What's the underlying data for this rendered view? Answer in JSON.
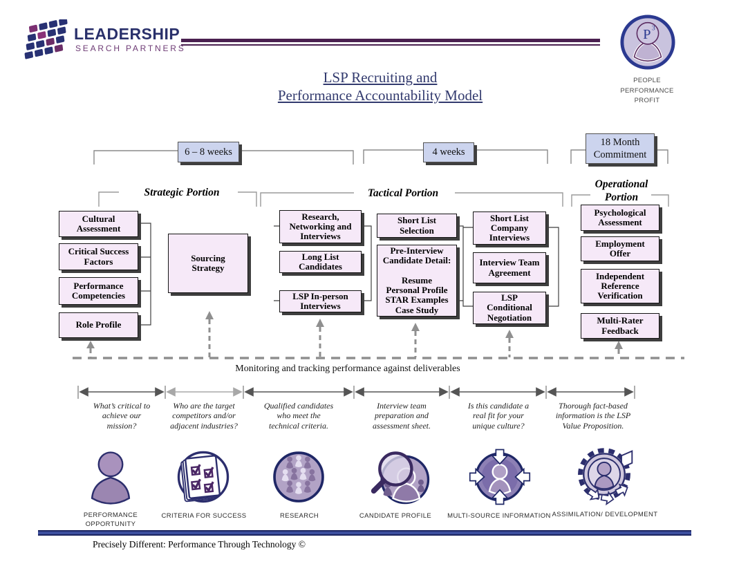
{
  "header": {
    "brand": {
      "name": "LEADERSHIP",
      "sub": "SEARCH PARTNERS"
    },
    "badge": {
      "monogram": "P",
      "sup": "3",
      "caption": "PEOPLE\nPERFORMANCE\nPROFIT"
    },
    "title": "LSP Recruiting and\n Performance Accountability Model"
  },
  "timeline": [
    "6 – 8 weeks",
    "4 weeks",
    "18 Month\nCommitment"
  ],
  "sections": [
    "Strategic Portion",
    "Tactical Portion",
    "Operational\nPortion"
  ],
  "boxes": [
    "Cultural\nAssessment",
    "Critical Success\nFactors",
    "Performance\nCompetencies",
    "Role Profile",
    "Sourcing\nStrategy",
    "Research,\nNetworking and\nInterviews",
    "Long List\nCandidates",
    "LSP In-person\nInterviews",
    "Short List\nSelection",
    "Pre-Interview\nCandidate Detail:\n\nResume\nPersonal Profile\nSTAR Examples\nCase Study",
    "Short List\nCompany\nInterviews",
    "Interview Team\nAgreement",
    "LSP\nConditional\nNegotiation",
    "Psychological\nAssessment",
    "Employment\nOffer",
    "Independent\nReference\nVerification",
    "Multi-Rater\nFeedback"
  ],
  "monitoring_label": "Monitoring  and tracking performance against deliverables",
  "questions": [
    "What’s critical to\nachieve our\nmission?",
    "Who are the target\ncompetitors and/or\nadjacent industries?",
    "Qualified candidates\nwho meet the\ntechnical criteria.",
    "Interview team\npreparation and\nassessment sheet.",
    "Is this candidate a\nreal fit for your\nunique culture?",
    "Thorough fact-based\ninformation is the LSP\nValue Proposition."
  ],
  "icons": [
    {
      "icon": "person-icon",
      "label": "PERFORMANCE\nOPPORTUNITY"
    },
    {
      "icon": "checklist-icon",
      "label": "CRITERIA FOR SUCCESS"
    },
    {
      "icon": "research-people-icon",
      "label": "RESEARCH"
    },
    {
      "icon": "magnifier-people-icon",
      "label": "CANDIDATE PROFILE"
    },
    {
      "icon": "inward-arrows-person-icon",
      "label": "MULTI-SOURCE INFORMATION"
    },
    {
      "icon": "gear-person-icon",
      "label": "ASSIMILATION/ DEVELOPMENT"
    }
  ],
  "footer": {
    "tagline": "Precisely Different:  Performance  Through Technology ©"
  },
  "colors": {
    "accent_purple": "#4a2050",
    "accent_navy": "#2b3990",
    "process_box_fill": "#f6e9f8",
    "timeline_box_fill": "#ccd4ee",
    "title_text": "#323a6e",
    "connector_gray": "#8f8f8f"
  }
}
